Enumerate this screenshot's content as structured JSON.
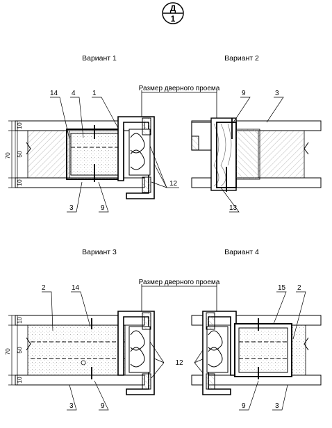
{
  "marker": {
    "top": "Д",
    "bottom": "1"
  },
  "variant_titles": [
    "Вариант 1",
    "Вариант 2",
    "Вариант 3",
    "Вариант 4"
  ],
  "door_opening_label": "Размер дверного проема",
  "dimensions": {
    "total": "70",
    "core": "50",
    "layer_top": "10",
    "layer_bottom": "10"
  },
  "callouts": {
    "v1": [
      "14",
      "4",
      "1",
      "3",
      "9",
      "12"
    ],
    "v2": [
      "9",
      "3",
      "13"
    ],
    "v3": [
      "2",
      "14",
      "3",
      "9",
      "12"
    ],
    "v4": [
      "15",
      "2",
      "9",
      "3"
    ]
  }
}
